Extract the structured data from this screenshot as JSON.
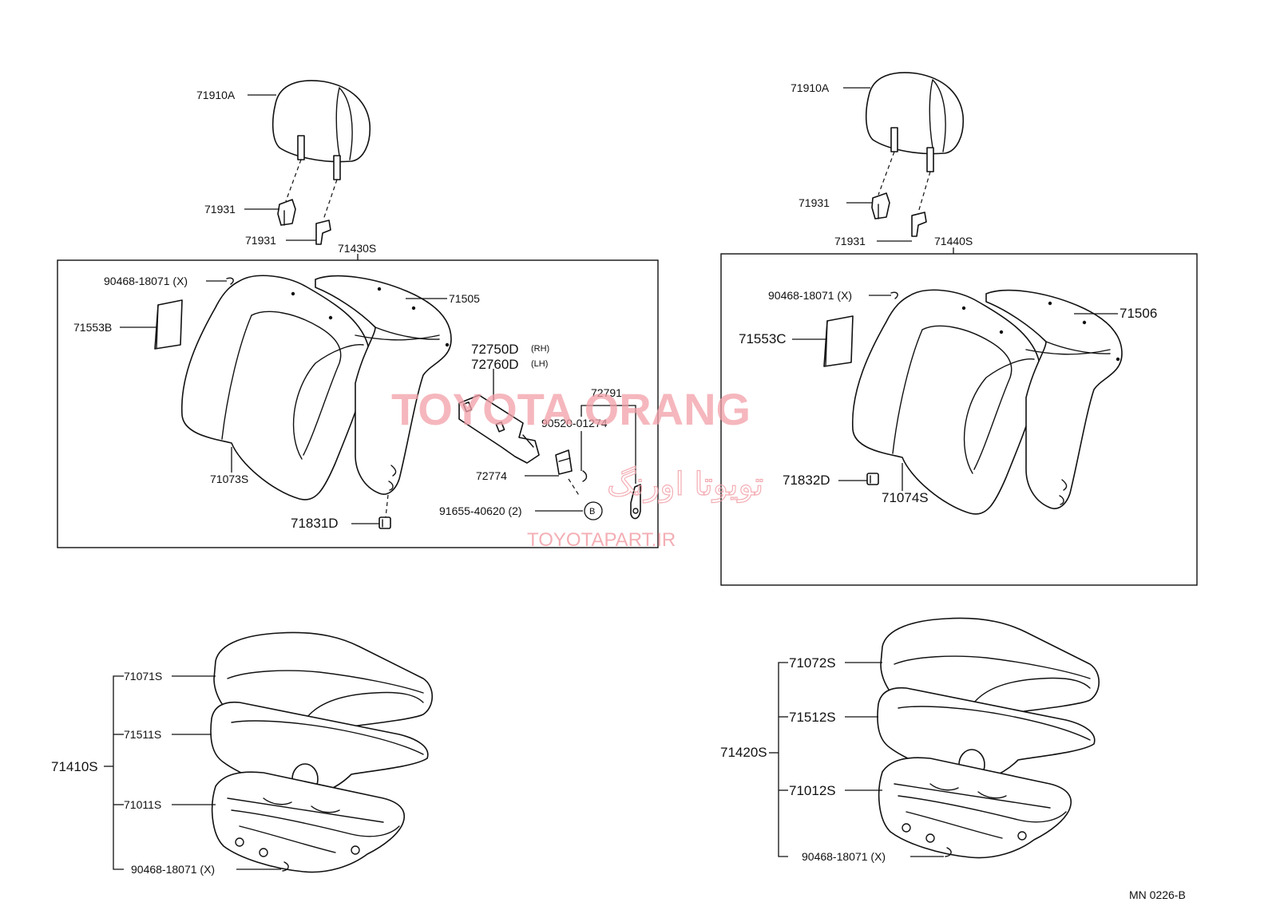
{
  "labels": {
    "left_headrest": "71910A",
    "left_support_1": "71931",
    "left_support_2": "71931",
    "left_back_assy": "71430S",
    "left_hog_ring": "90468-18071 (X)",
    "left_pad": "71553B",
    "left_back_spring": "71505",
    "left_back_cover": "71073S",
    "left_cover_clip": "71831D",
    "belt_rh": "72750D",
    "belt_rh_suffix": "(RH)",
    "belt_lh": "72760D",
    "belt_lh_suffix": "(LH)",
    "belt_bracket": "72791",
    "belt_bolt": "90520-01274",
    "belt_lever": "72774",
    "belt_screw": "91655-40620 (2)",
    "belt_ref": "B",
    "right_headrest": "71910A",
    "right_support_1": "71931",
    "right_support_2": "71931",
    "right_back_assy": "71440S",
    "right_hog_ring": "90468-18071 (X)",
    "right_back_spring": "71506",
    "right_pad": "71553C",
    "right_cover_clip": "71832D",
    "right_back_cover": "71074S",
    "left_cushion_cover": "71071S",
    "left_cushion_pad": "71511S",
    "left_cushion_assy": "71410S",
    "left_cushion_frame": "71011S",
    "left_cushion_ring": "90468-18071 (X)",
    "right_cushion_cover": "71072S",
    "right_cushion_pad": "71512S",
    "right_cushion_assy": "71420S",
    "right_cushion_frame": "71012S",
    "right_cushion_ring": "90468-18071 (X)",
    "diagram_code": "MN  0226-B"
  },
  "watermark": {
    "main": "TOYOTA ORANG",
    "persian": "تویوتا اورنگ",
    "url": "TOYOTAPART.IR"
  },
  "colors": {
    "line": "#111111",
    "watermark": "#f2a0a8"
  }
}
